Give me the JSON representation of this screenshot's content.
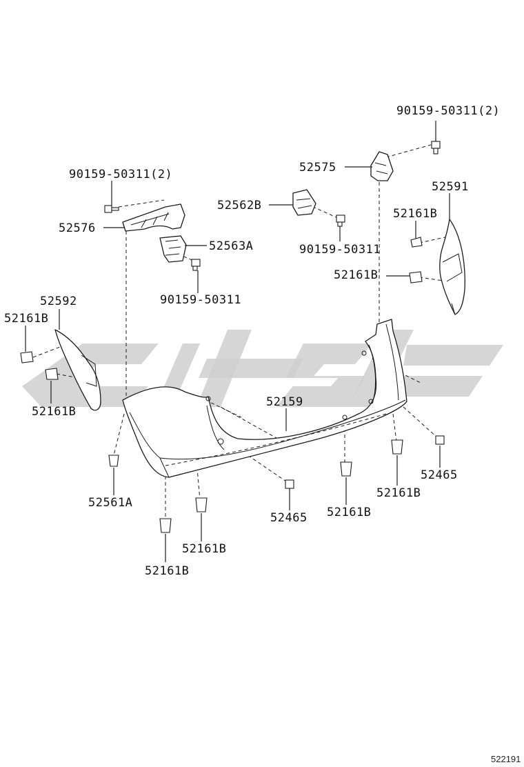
{
  "labels": {
    "bolt_right_top": "90159-50311(2)",
    "bracket_52575": "52575",
    "guard_52591": "52591",
    "bolt_left_top": "90159-50311(2)",
    "bracket_52576": "52576",
    "retainer_52562b": "52562B",
    "retainer_52563a": "52563A",
    "bolt_center": "90159-50311",
    "bolt_left_mid": "90159-50311",
    "clip_right_1": "52161B",
    "clip_right_2": "52161B",
    "guard_52592": "52592",
    "clip_left_1": "52161B",
    "clip_left_2": "52161B",
    "bumper_cover": "52159",
    "screw_right": "52465",
    "clip_bottom_right": "52161B",
    "clip_center": "52161B",
    "clip_52561a": "52561A",
    "screw_center": "52465",
    "clip_bottom_1": "52161B",
    "clip_bottom_2": "52161B"
  },
  "figure_number": "522191",
  "colors": {
    "line": "#1a1a1a",
    "watermark": "#cfcfcf",
    "background": "#ffffff"
  }
}
